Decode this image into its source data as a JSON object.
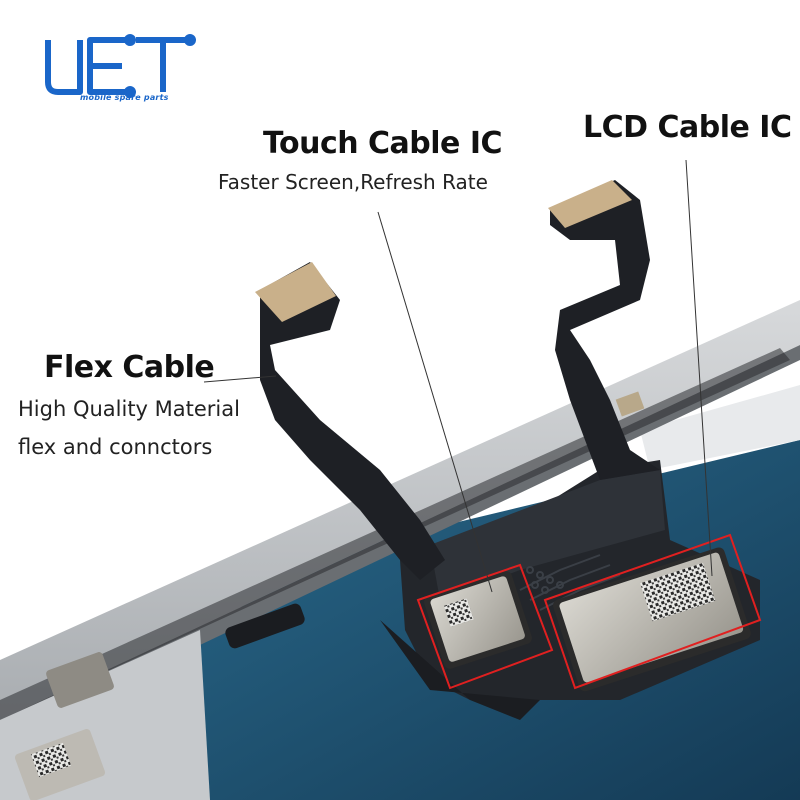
{
  "logo": {
    "text": "UET",
    "tagline": "mobile spare parts"
  },
  "callouts": {
    "touch": {
      "title": "Touch Cable IC",
      "subtitle": "Faster Screen,Refresh Rate"
    },
    "lcd": {
      "title": "LCD Cable IC"
    },
    "flex": {
      "title": "Flex Cable",
      "line1": "High Quality Material",
      "line2": "flex and connctors"
    }
  },
  "colors": {
    "logo_blue": "#1a66c9",
    "highlight_red": "#e02020",
    "screen_blue": "#1d4e6e",
    "flex_black": "#1a1c20",
    "gold_contact": "#c9b08a"
  }
}
